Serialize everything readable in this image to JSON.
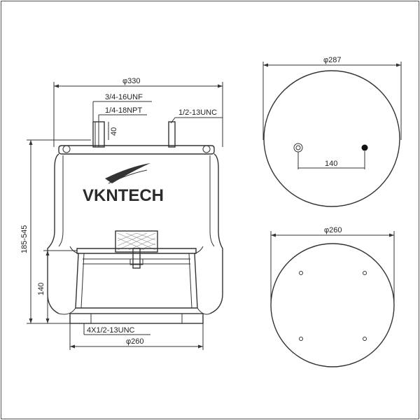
{
  "brand": {
    "name": "VKNTECH"
  },
  "side_view": {
    "top_diameter": "φ330",
    "fitting_top": "3/4-16UNF",
    "fitting_second": "1/4-18NPT",
    "stud_thread": "1/2-13UNC",
    "stud_height": "40",
    "height_range": "185-545",
    "piston_height": "140",
    "base_holes": "4X1/2-13UNC",
    "base_diameter": "φ260"
  },
  "top_plate_view": {
    "diameter": "φ287",
    "hole_spacing": "140"
  },
  "bottom_plate_view": {
    "diameter": "φ260"
  }
}
